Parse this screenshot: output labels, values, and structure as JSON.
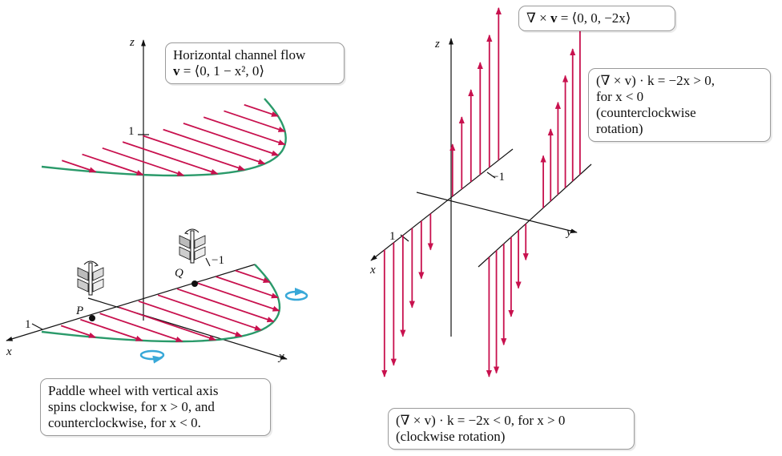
{
  "left_panel": {
    "axis_labels": {
      "z": "z",
      "x": "x",
      "y": "y"
    },
    "tick_labels": {
      "z_one": "1",
      "x_one": "1",
      "y_neg_one": "−1"
    },
    "point_labels": {
      "P": "P",
      "Q": "Q"
    },
    "flow_box": {
      "line1": "Horizontal channel flow",
      "line2_bold": "v",
      "line2_rest": " = ⟨0, 1 − x², 0⟩"
    },
    "paddle_box": {
      "line1": "Paddle wheel with vertical axis",
      "line2": "spins clockwise, for x > 0, and",
      "line3": "counterclockwise, for x < 0."
    }
  },
  "right_panel": {
    "axis_labels": {
      "z": "z",
      "x": "x",
      "y": "y"
    },
    "tick_labels": {
      "x_one": "1",
      "y_neg_one": "−1"
    },
    "curl_box": {
      "text_prefix": "∇ × ",
      "text_bold": "v",
      "text_suffix": " = ⟨0, 0, −2x⟩"
    },
    "ccw_box": {
      "line1": "(∇ × v) · k = −2x > 0,",
      "line2": "for x < 0",
      "line3": "(counterclockwise",
      "line4": "rotation)"
    },
    "cw_box": {
      "line1": "(∇ × v) · k = −2x < 0, for x > 0",
      "line2": "(clockwise rotation)"
    }
  },
  "colors": {
    "arrow": "#c8114e",
    "curve": "#2a9a6a",
    "rotation": "#38a8d8",
    "axis": "#111111",
    "box_border": "#9a9a9a"
  }
}
